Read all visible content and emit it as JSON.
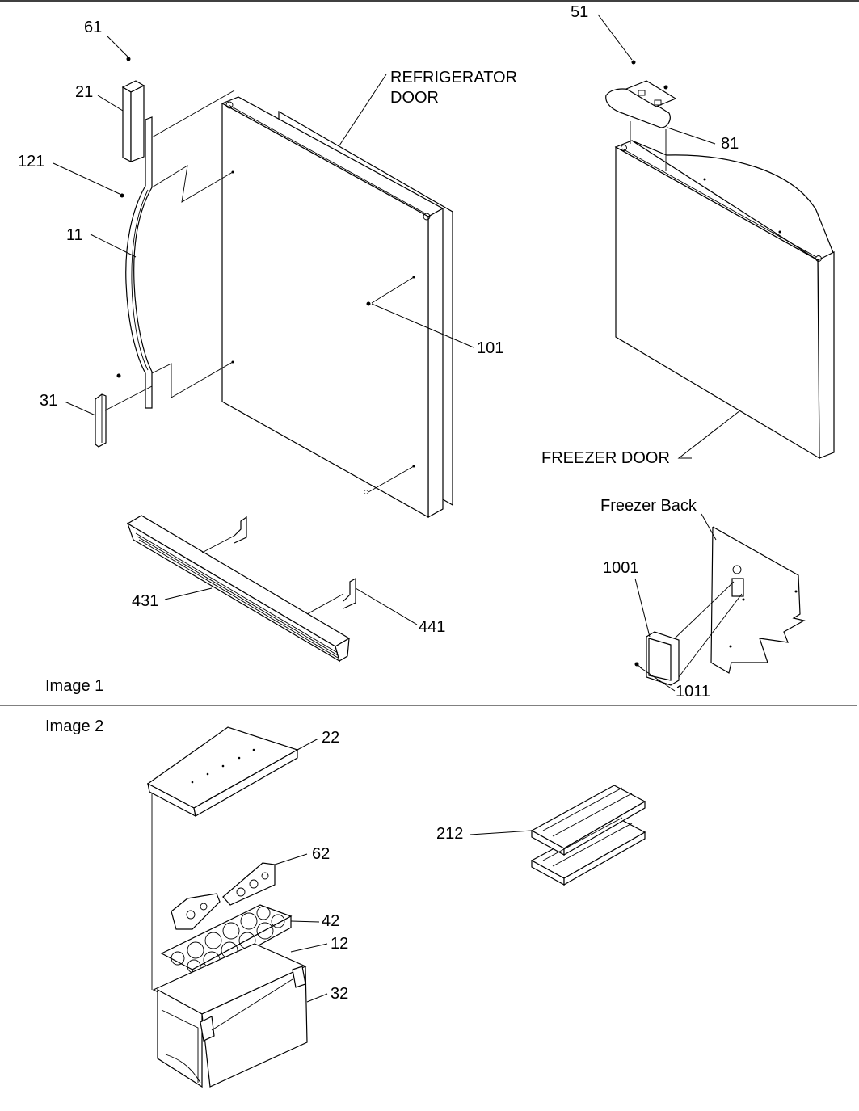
{
  "panels": {
    "image1_caption": "Image 1",
    "image2_caption": "Image 2"
  },
  "callouts": {
    "c61": "61",
    "c21": "21",
    "c121": "121",
    "c11": "11",
    "c31": "31",
    "c431": "431",
    "c441": "441",
    "c101": "101",
    "refrigerator_door_line1": "REFRIGERATOR",
    "refrigerator_door_line2": "DOOR",
    "c51": "51",
    "c81": "81",
    "freezer_door": "FREEZER DOOR",
    "freezer_back": "Freezer Back",
    "c1001": "1001",
    "c1011": "1011",
    "c22": "22",
    "c62": "62",
    "c42": "42",
    "c12": "12",
    "c32": "32",
    "c212": "212"
  }
}
